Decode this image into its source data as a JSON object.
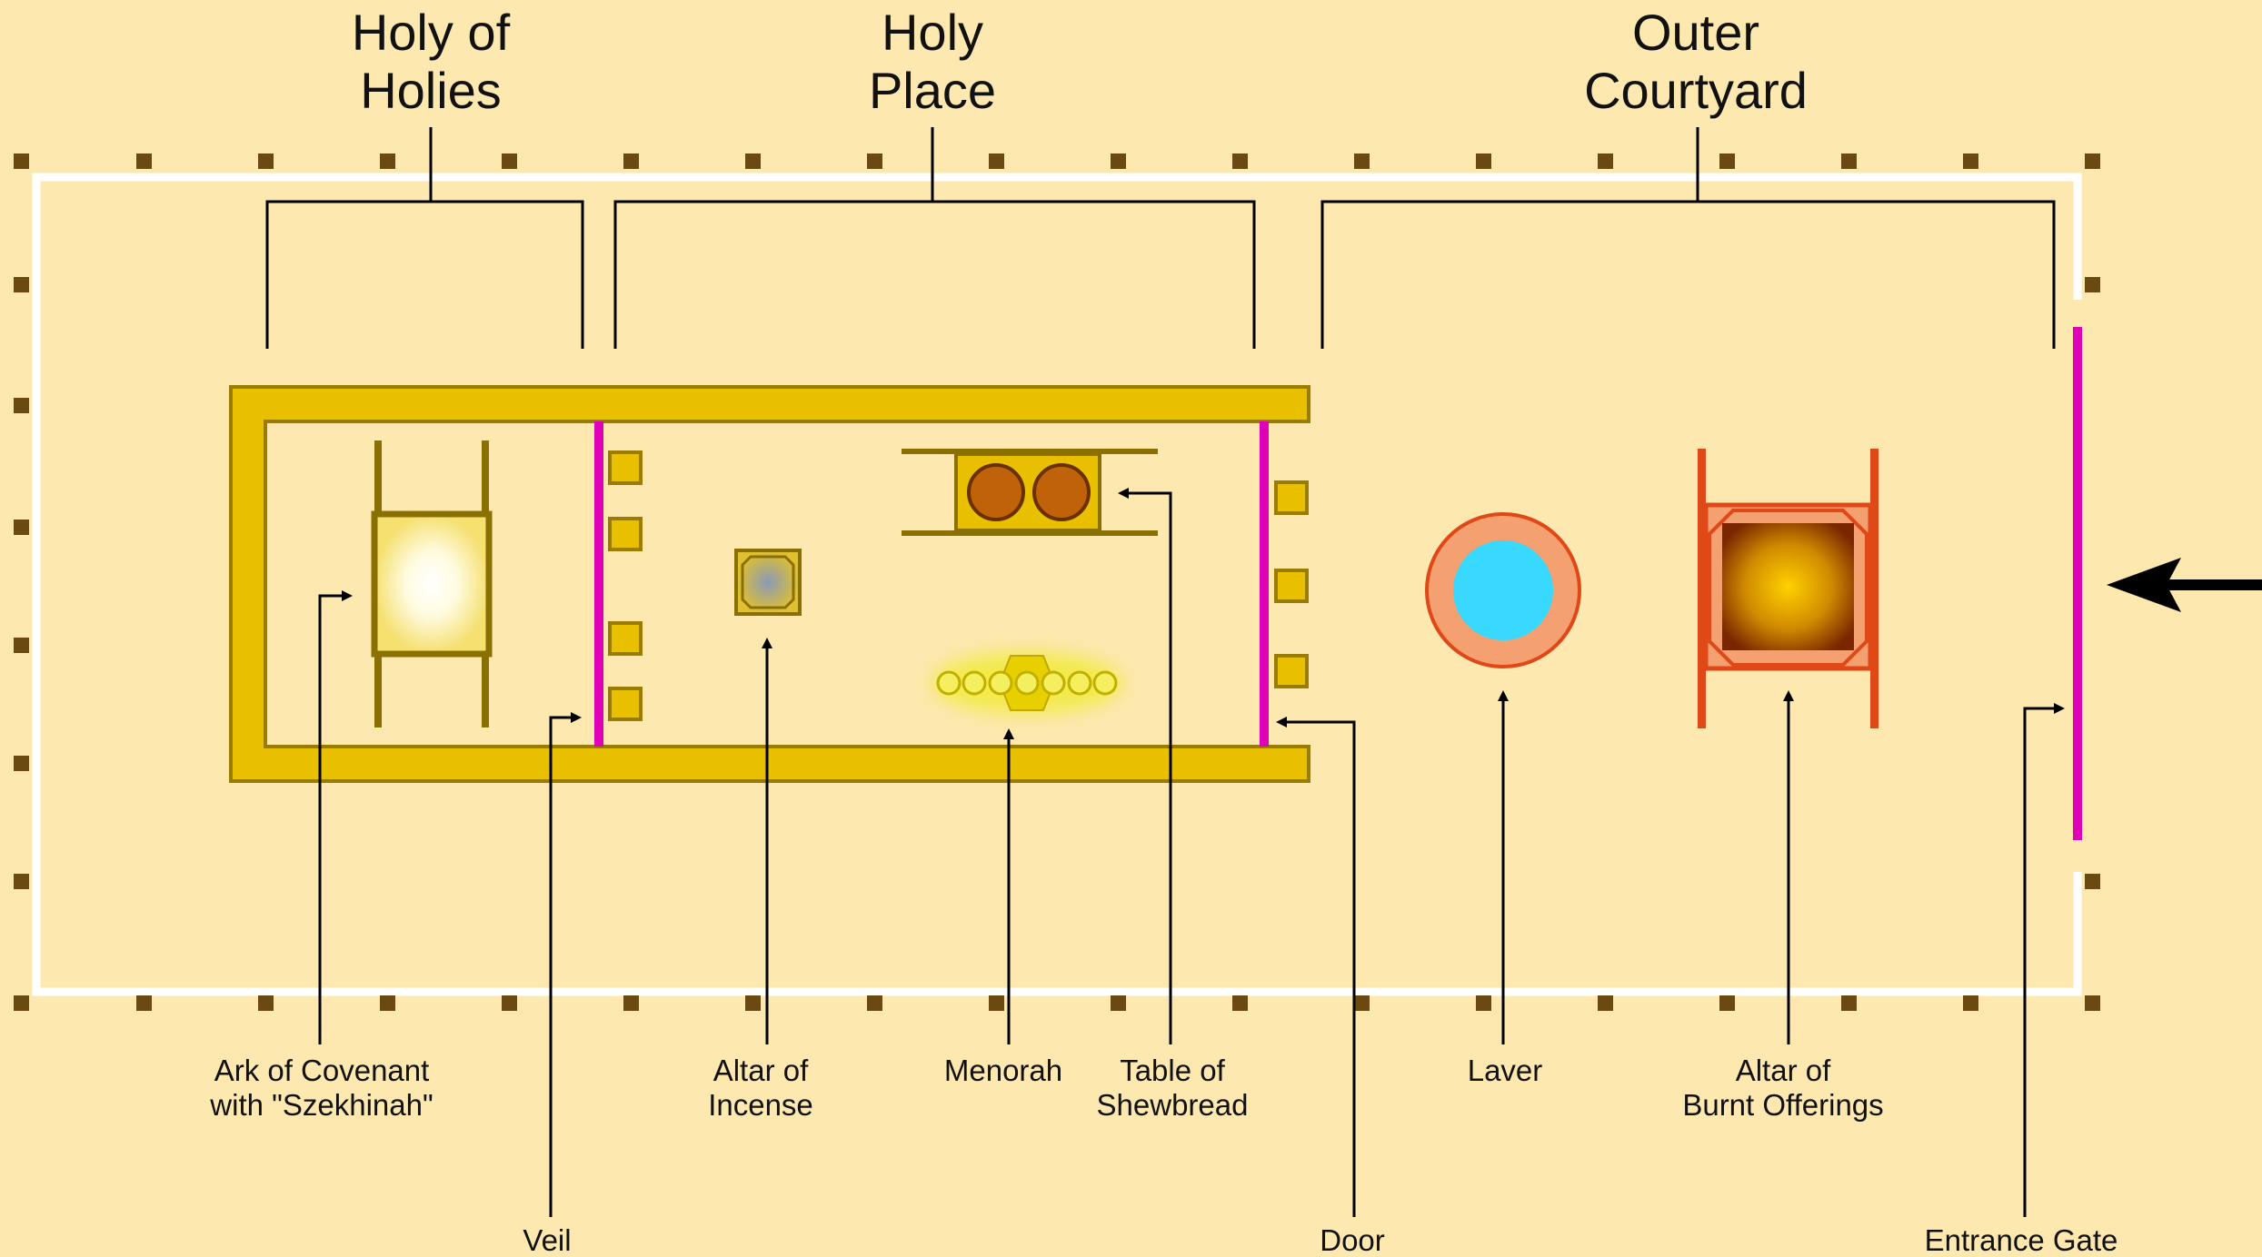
{
  "sections": {
    "holy_of_holies": [
      "Holy of",
      "Holies"
    ],
    "holy_place": [
      "Holy",
      "Place"
    ],
    "outer_courtyard": [
      "Outer",
      "Courtyard"
    ]
  },
  "labels": {
    "ark": [
      "Ark of Covenant",
      "with \"Szekhinah\""
    ],
    "veil": "Veil",
    "altar_incense": [
      "Altar of",
      "Incense"
    ],
    "menorah": "Menorah",
    "table": [
      "Table of",
      "Shewbread"
    ],
    "door": "Door",
    "laver": "Laver",
    "altar_burnt": [
      "Altar of",
      "Burnt Offerings"
    ],
    "entrance_gate": "Entrance Gate"
  },
  "colors": {
    "background": "#fde8b0",
    "gold": "#e8c000",
    "gold_dark": "#9a7d00",
    "post": "#6b4a12",
    "curtain": "#e000b8",
    "laver_water": "#38d8ff",
    "laver_rim": "#f5a070",
    "bronze": "#e45020"
  }
}
